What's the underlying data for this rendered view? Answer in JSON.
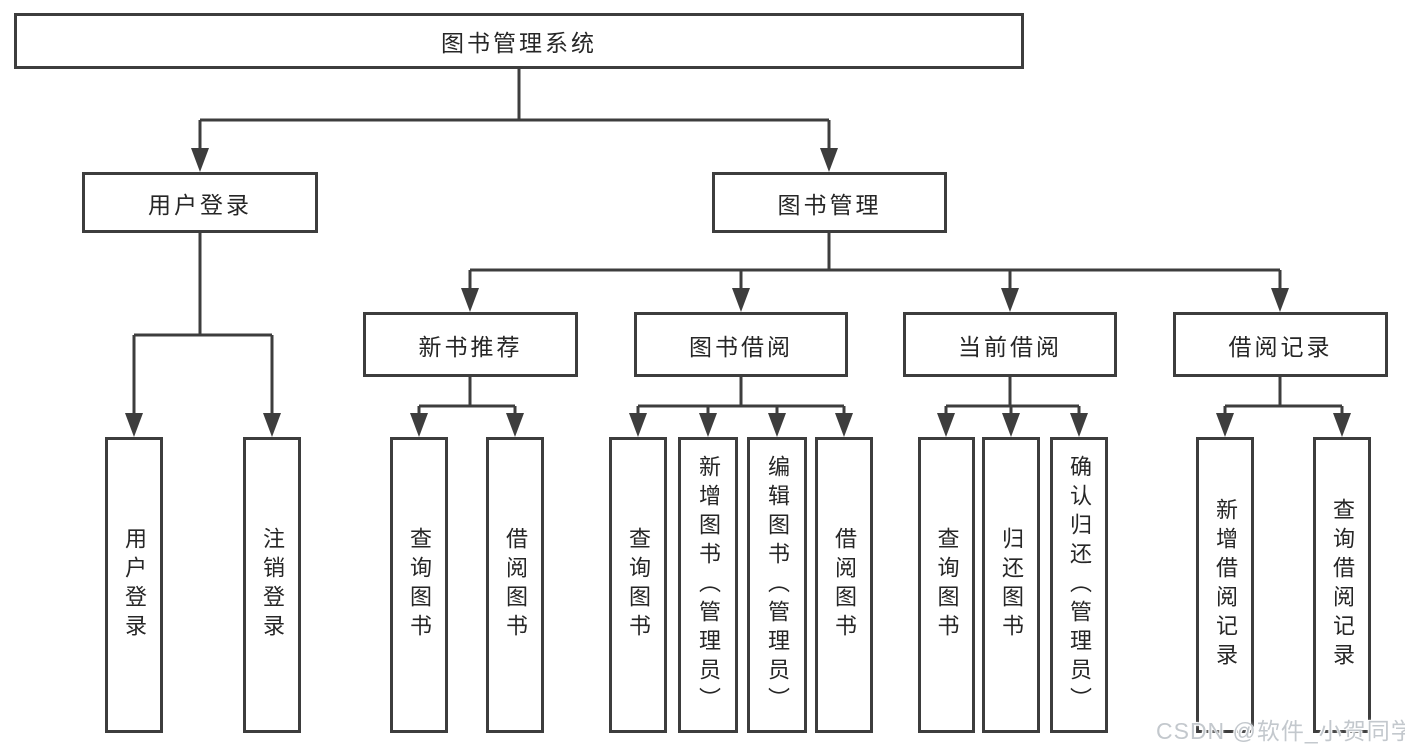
{
  "diagram_title": "图书管理系统",
  "watermark": "CSDN @软件_小贺同学",
  "colors": {
    "line": "#3d3d3d",
    "box_border": "#3d3d3d",
    "text": "#262626",
    "background": "#ffffff",
    "watermark_text": "#c3c8cd"
  },
  "nodes": {
    "root": "图书管理系统",
    "user_login": {
      "label": "用户登录",
      "children": [
        "用户登录",
        "注销登录"
      ]
    },
    "book_mgmt": {
      "label": "图书管理",
      "children": [
        {
          "label": "新书推荐",
          "children": [
            "查询图书",
            "借阅图书"
          ]
        },
        {
          "label": "图书借阅",
          "children": [
            "查询图书",
            "新增图书（管理员）",
            "编辑图书（管理员）",
            "借阅图书"
          ]
        },
        {
          "label": "当前借阅",
          "children": [
            "查询图书",
            "归还图书",
            "确认归还（管理员）"
          ]
        },
        {
          "label": "借阅记录",
          "children": [
            "新增借阅记录",
            "查询借阅记录"
          ]
        }
      ]
    }
  }
}
